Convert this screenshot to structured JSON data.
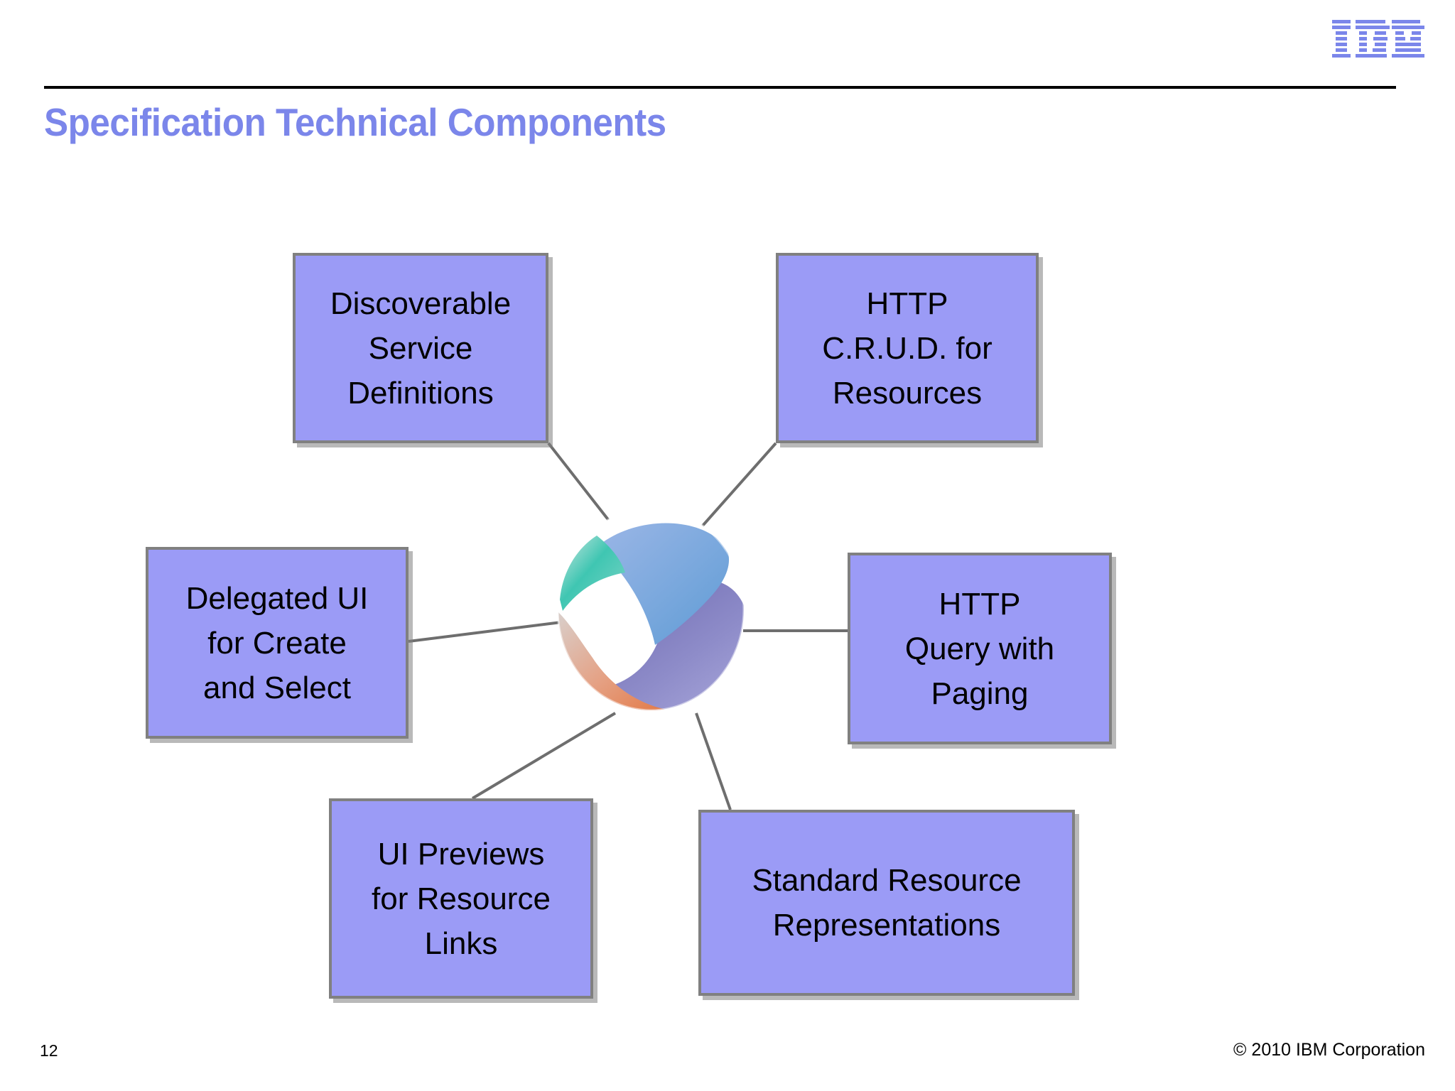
{
  "slide": {
    "title": "Specification Technical Components",
    "title_color": "#7b86ea",
    "background_color": "#ffffff"
  },
  "brand": {
    "logo_name": "ibm-logo",
    "logo_text": "IBM",
    "logo_color": "#7b86ea"
  },
  "diagram": {
    "type": "hub-and-spoke",
    "hub": {
      "name": "jazz-globe-logo",
      "description": "multi-colored sphere logo",
      "colors": [
        "#7ea7dd",
        "#6f6bb0",
        "#3fc0ae",
        "#e07a47",
        "#9a9ad4"
      ]
    },
    "connector_color": "#6e6e6e",
    "node_fill": "#9b9bf6",
    "node_border": "#808080",
    "nodes": [
      {
        "id": "discoverable-service-definitions",
        "label": "Discoverable\nService\nDefinitions"
      },
      {
        "id": "http-crud-for-resources",
        "label": "HTTP\nC.R.U.D. for\nResources"
      },
      {
        "id": "delegated-ui-for-create-and-select",
        "label": "Delegated UI\nfor Create\nand Select"
      },
      {
        "id": "http-query-with-paging",
        "label": "HTTP\nQuery with\nPaging"
      },
      {
        "id": "ui-previews-for-resource-links",
        "label": "UI Previews\nfor Resource\nLinks"
      },
      {
        "id": "standard-resource-representations",
        "label": "Standard Resource\nRepresentations"
      }
    ]
  },
  "footer": {
    "page_number": "12",
    "copyright": "© 2010 IBM Corporation"
  }
}
